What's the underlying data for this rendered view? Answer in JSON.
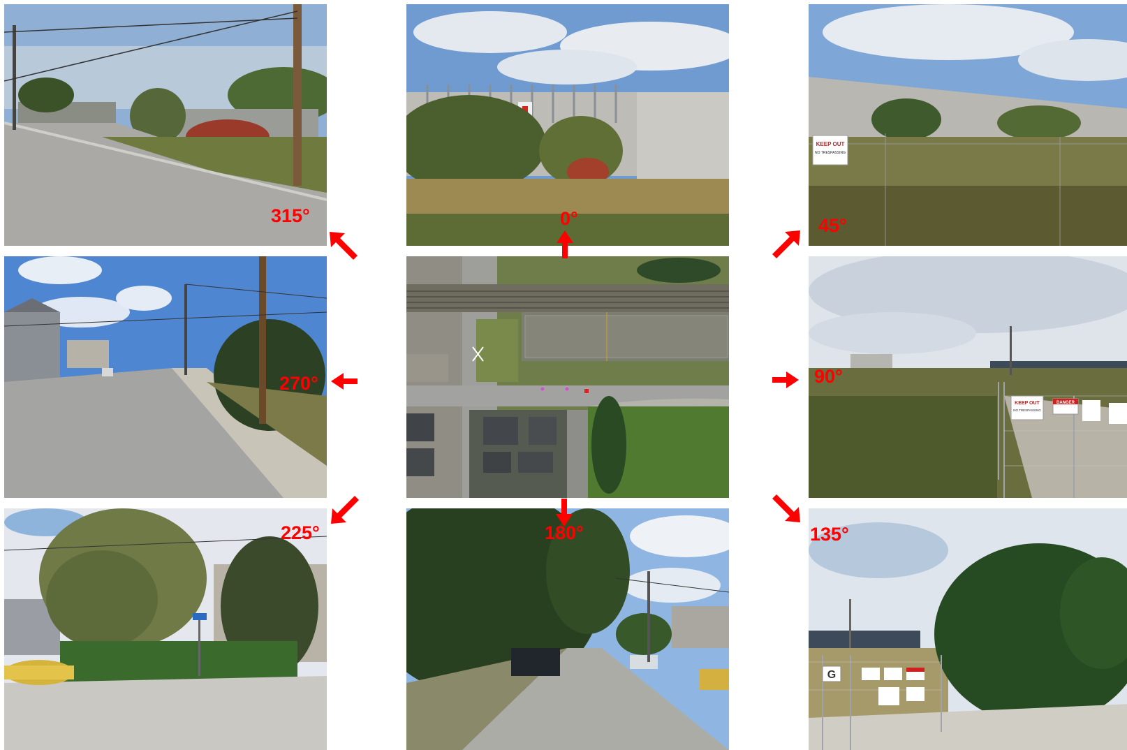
{
  "panels": {
    "deg315": {
      "label": "315°",
      "scene": "street with utility poles, shrubs and fence"
    },
    "deg0": {
      "label": "0°",
      "scene": "concrete wall with barbed fence and overgrown weeds"
    },
    "deg45": {
      "label": "45°",
      "scene": "chain link fence with keep out sign in front of concrete wall"
    },
    "deg270": {
      "label": "270°",
      "scene": "residential street with houses and power lines"
    },
    "deg90": {
      "label": "90°",
      "scene": "fenced vacant lot with danger and keep out signs"
    },
    "deg225": {
      "label": "225°",
      "scene": "street corner with willow tree and parked car"
    },
    "deg180": {
      "label": "180°",
      "scene": "tree lined residential street with parked cars"
    },
    "deg135": {
      "label": "135°",
      "scene": "pine tree beside gated fence with signs"
    }
  },
  "signs": {
    "keep_out": "KEEP OUT",
    "no_trespassing": "NO TRESPASSING",
    "danger": "DANGER",
    "gate_letter": "G"
  },
  "colors": {
    "label": "#ff0000",
    "sky": "#7fa8d8",
    "cloud": "#eef1f5",
    "grass": "#6b7a3a",
    "dry_grass": "#a8955a",
    "road": "#a7a7a5",
    "concrete": "#bdbcb6",
    "tree": "#2f4a2a"
  }
}
